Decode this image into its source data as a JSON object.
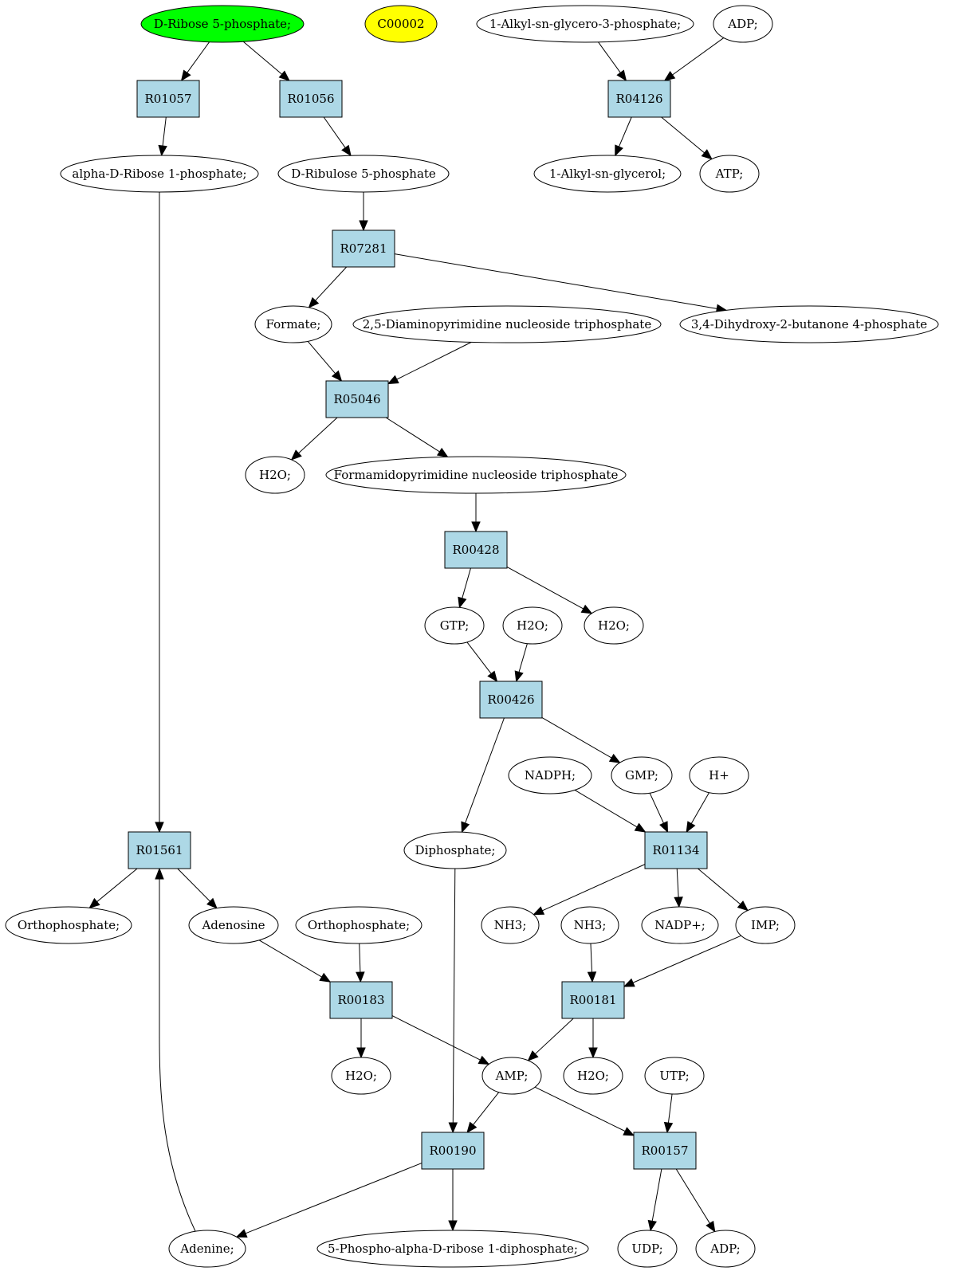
{
  "colors": {
    "reaction_fill": "#add8e6",
    "start_compound_fill": "#00ff00",
    "highlight_compound_fill": "#ffff00",
    "compound_fill": "#ffffff",
    "stroke": "#000000"
  },
  "reactions": [
    {
      "id": "r01057",
      "label": "R01057"
    },
    {
      "id": "r01056",
      "label": "R01056"
    },
    {
      "id": "r04126",
      "label": "R04126"
    },
    {
      "id": "r07281",
      "label": "R07281"
    },
    {
      "id": "r05046",
      "label": "R05046"
    },
    {
      "id": "r00428",
      "label": "R00428"
    },
    {
      "id": "r00426",
      "label": "R00426"
    },
    {
      "id": "r01561",
      "label": "R01561"
    },
    {
      "id": "r01134",
      "label": "R01134"
    },
    {
      "id": "r00183",
      "label": "R00183"
    },
    {
      "id": "r00181",
      "label": "R00181"
    },
    {
      "id": "r00190",
      "label": "R00190"
    },
    {
      "id": "r00157",
      "label": "R00157"
    }
  ],
  "compounds": [
    {
      "id": "c_ribose5p",
      "label": "D-Ribose 5-phosphate;",
      "role": "start"
    },
    {
      "id": "c_c00002",
      "label": "C00002",
      "role": "highlight"
    },
    {
      "id": "c_alkylg3p",
      "label": "1-Alkyl-sn-glycero-3-phosphate;"
    },
    {
      "id": "c_adp1",
      "label": "ADP;"
    },
    {
      "id": "c_aribose1p",
      "label": "alpha-D-Ribose 1-phosphate;"
    },
    {
      "id": "c_ribulose5p",
      "label": "D-Ribulose 5-phosphate"
    },
    {
      "id": "c_alkylglycerol",
      "label": "1-Alkyl-sn-glycerol;"
    },
    {
      "id": "c_atp",
      "label": "ATP;"
    },
    {
      "id": "c_formate",
      "label": "Formate;"
    },
    {
      "id": "c_diaminopyr",
      "label": "2,5-Diaminopyrimidine nucleoside triphosphate"
    },
    {
      "id": "c_dihydroxybut",
      "label": "3,4-Dihydroxy-2-butanone 4-phosphate"
    },
    {
      "id": "c_h2o1",
      "label": "H2O;"
    },
    {
      "id": "c_formamidopyr",
      "label": "Formamidopyrimidine nucleoside triphosphate"
    },
    {
      "id": "c_gtp",
      "label": "GTP;"
    },
    {
      "id": "c_h2o2",
      "label": "H2O;"
    },
    {
      "id": "c_h2o3",
      "label": "H2O;"
    },
    {
      "id": "c_nadph",
      "label": "NADPH;"
    },
    {
      "id": "c_gmp",
      "label": "GMP;"
    },
    {
      "id": "c_hplus",
      "label": "H+"
    },
    {
      "id": "c_diphosphate",
      "label": "Diphosphate;"
    },
    {
      "id": "c_orthophos1",
      "label": "Orthophosphate;"
    },
    {
      "id": "c_adenosine",
      "label": "Adenosine"
    },
    {
      "id": "c_orthophos2",
      "label": "Orthophosphate;"
    },
    {
      "id": "c_nh3a",
      "label": "NH3;"
    },
    {
      "id": "c_nh3b",
      "label": "NH3;"
    },
    {
      "id": "c_nadp",
      "label": "NADP+;"
    },
    {
      "id": "c_imp",
      "label": "IMP;"
    },
    {
      "id": "c_h2o4",
      "label": "H2O;"
    },
    {
      "id": "c_amp",
      "label": "AMP;"
    },
    {
      "id": "c_h2o5",
      "label": "H2O;"
    },
    {
      "id": "c_utp",
      "label": "UTP;"
    },
    {
      "id": "c_adenine",
      "label": "Adenine;"
    },
    {
      "id": "c_prpp",
      "label": "5-Phospho-alpha-D-ribose 1-diphosphate;"
    },
    {
      "id": "c_udp",
      "label": "UDP;"
    },
    {
      "id": "c_adp2",
      "label": "ADP;"
    }
  ],
  "edges": [
    [
      "c_ribose5p",
      "r01057"
    ],
    [
      "c_ribose5p",
      "r01056"
    ],
    [
      "r01057",
      "c_aribose1p"
    ],
    [
      "r01056",
      "c_ribulose5p"
    ],
    [
      "c_alkylg3p",
      "r04126"
    ],
    [
      "c_adp1",
      "r04126"
    ],
    [
      "r04126",
      "c_alkylglycerol"
    ],
    [
      "r04126",
      "c_atp"
    ],
    [
      "c_ribulose5p",
      "r07281"
    ],
    [
      "r07281",
      "c_formate"
    ],
    [
      "r07281",
      "c_dihydroxybut"
    ],
    [
      "c_formate",
      "r05046"
    ],
    [
      "c_diaminopyr",
      "r05046"
    ],
    [
      "r05046",
      "c_h2o1"
    ],
    [
      "r05046",
      "c_formamidopyr"
    ],
    [
      "c_formamidopyr",
      "r00428"
    ],
    [
      "r00428",
      "c_gtp"
    ],
    [
      "r00428",
      "c_h2o3"
    ],
    [
      "c_gtp",
      "r00426"
    ],
    [
      "c_h2o2",
      "r00426"
    ],
    [
      "r00426",
      "c_gmp"
    ],
    [
      "r00426",
      "c_diphosphate"
    ],
    [
      "c_nadph",
      "r01134"
    ],
    [
      "c_gmp",
      "r01134"
    ],
    [
      "c_hplus",
      "r01134"
    ],
    [
      "r01134",
      "c_nh3a"
    ],
    [
      "r01134",
      "c_nadp"
    ],
    [
      "r01134",
      "c_imp"
    ],
    [
      "c_aribose1p",
      "r01561"
    ],
    [
      "r01561",
      "c_orthophos1"
    ],
    [
      "r01561",
      "c_adenosine"
    ],
    [
      "c_adenosine",
      "r00183"
    ],
    [
      "c_orthophos2",
      "r00183"
    ],
    [
      "r00183",
      "c_h2o4"
    ],
    [
      "r00183",
      "c_amp"
    ],
    [
      "c_nh3b",
      "r00181"
    ],
    [
      "c_imp",
      "r00181"
    ],
    [
      "r00181",
      "c_amp"
    ],
    [
      "r00181",
      "c_h2o5"
    ],
    [
      "c_diphosphate",
      "r00190"
    ],
    [
      "c_amp",
      "r00190"
    ],
    [
      "c_amp",
      "r00157"
    ],
    [
      "c_utp",
      "r00157"
    ],
    [
      "r00190",
      "c_adenine"
    ],
    [
      "r00190",
      "c_prpp"
    ],
    [
      "r00157",
      "c_udp"
    ],
    [
      "r00157",
      "c_adp2"
    ],
    [
      "c_adenine",
      "r01561"
    ]
  ]
}
